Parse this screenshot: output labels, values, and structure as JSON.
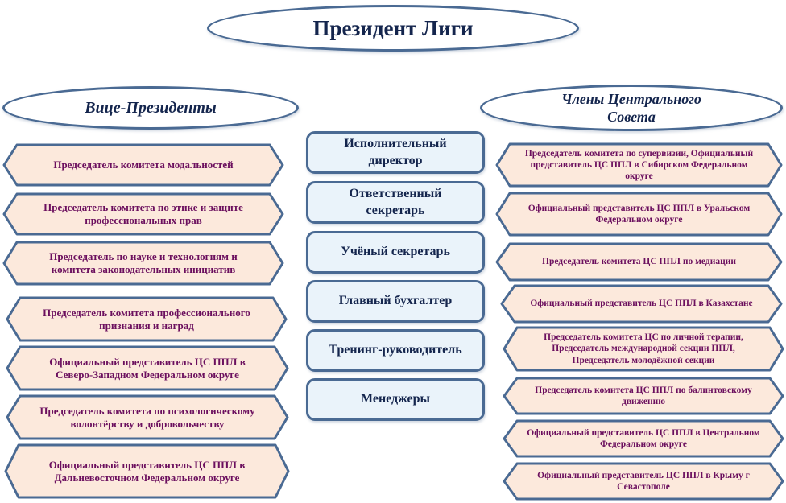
{
  "president": "Президент Лиги",
  "vice_presidents": {
    "title": "Вице-Президенты",
    "items": [
      "Председатель комитета модальностей",
      "Председатель комитета по этике и защите профессиональных прав",
      "Председатель по науке и технологиям и комитета законодательных инициатив",
      "Председатель комитета профессионального признания и наград",
      "Официальный представитель ЦС ППЛ в Северо-Западном Федеральном округе",
      "Председатель комитета по психологическому волонтёрству и добровольчеству",
      "Официальный представитель ЦС ППЛ в Дальневосточном Федеральном округе"
    ]
  },
  "staff": {
    "items": [
      "Исполнительный директор",
      "Ответственный секретарь",
      "Учёный секретарь",
      "Главный бухгалтер",
      "Тренинг-руководитель",
      "Менеджеры"
    ]
  },
  "council": {
    "title": "Члены Центрального Совета",
    "items": [
      "Председатель комитета по супервизии, Официальный представитель ЦС ППЛ в Сибирском Федеральном округе",
      "Официальный представитель ЦС ППЛ в Уральском Федеральном округе",
      "Председатель комитета ЦС ППЛ по медиации",
      "Официальный представитель ЦС ППЛ в Казахстане",
      "Председатель комитета ЦС по личной терапии, Председатель международной секции ППЛ, Председатель молодёжной секции",
      "Председатель комитета ЦС ППЛ по балинтовскому движению",
      "Официальный представитель ЦС ППЛ в Центральном Федеральном округе",
      "Официальный представитель ЦС ППЛ в Крыму г Севастополе"
    ]
  },
  "colors": {
    "border": "#4a6a93",
    "hex_fill": "#fce9dc",
    "box_fill": "#eaf3fa",
    "title_text": "#14254d",
    "item_text": "#6b0f5e"
  }
}
